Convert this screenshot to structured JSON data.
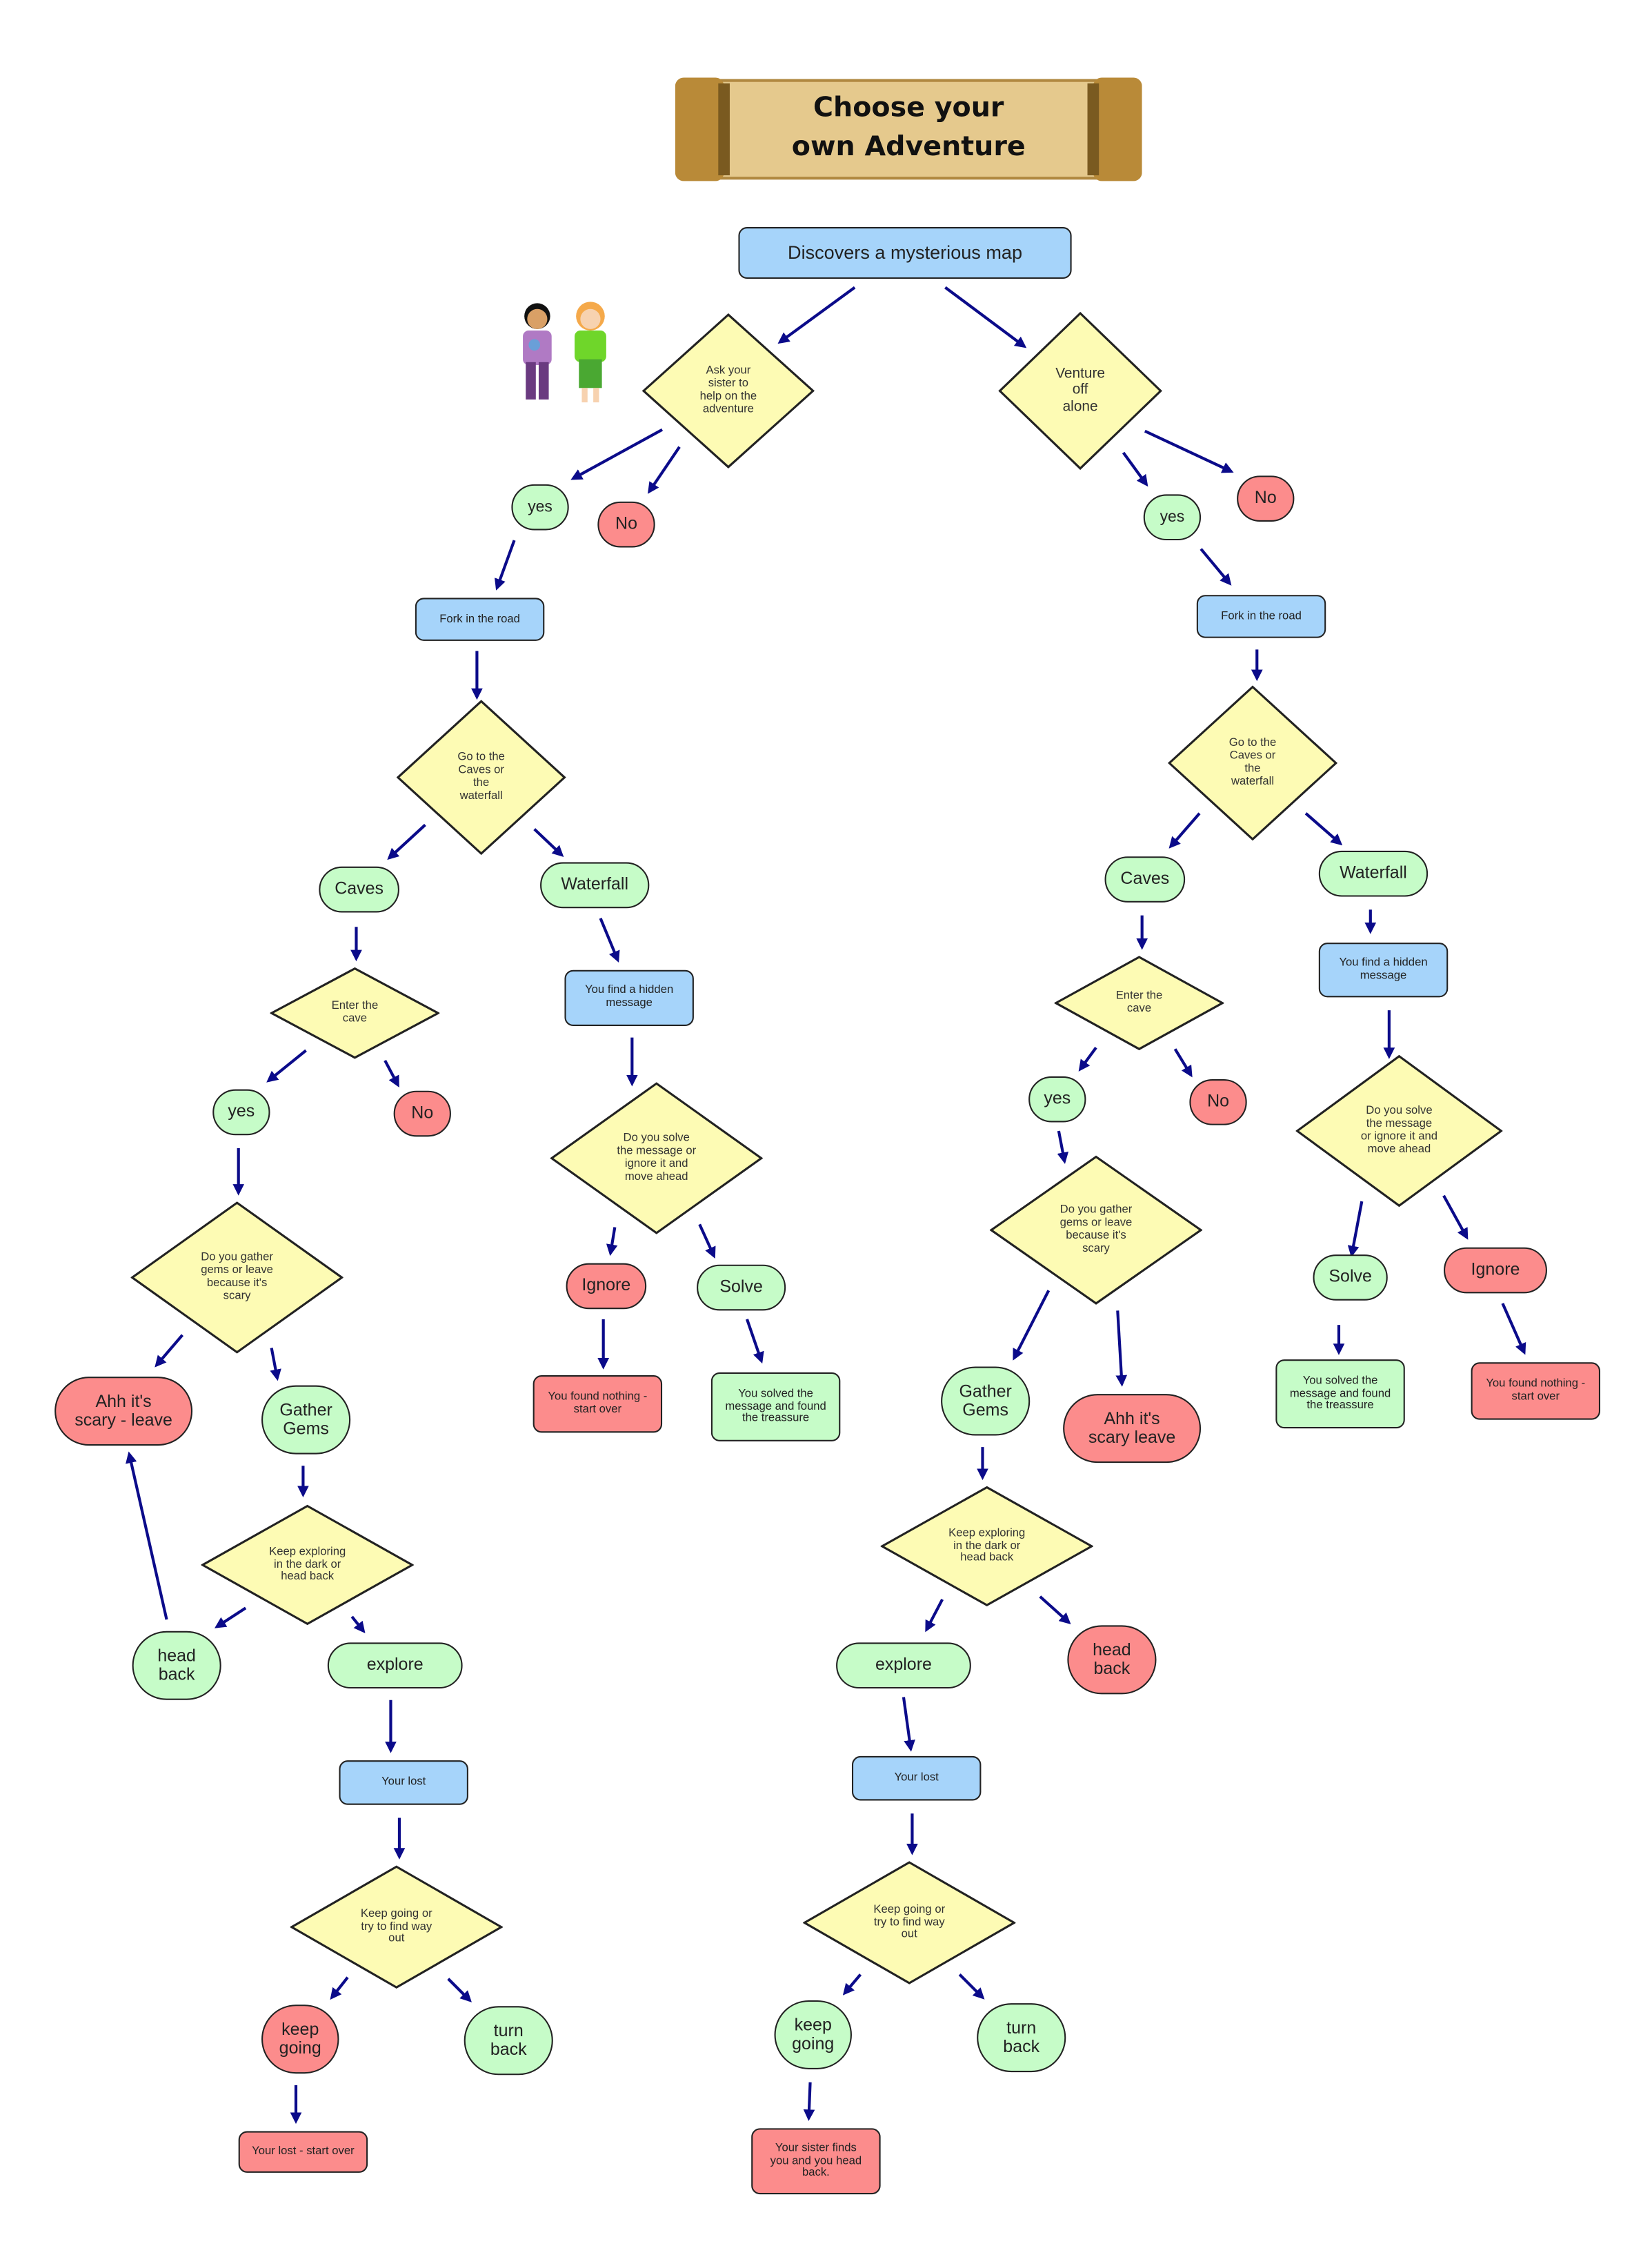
{
  "title": "Choose your\nown Adventure",
  "nodes": {
    "root": "Discovers a mysterious map",
    "ask_sister": "Ask your\nsister to\nhelp on the\nadventure",
    "venture_alone": "Venture\noff\nalone",
    "yes_l": "yes",
    "no_l": "No",
    "yes_r": "yes",
    "no_r": "No",
    "fork_l": "Fork in the road",
    "fork_r": "Fork in the road",
    "caves_q_l": "Go to the\nCaves or\nthe\nwaterfall",
    "caves_q_r": "Go to the\nCaves or\nthe\nwaterfall",
    "caves_l": "Caves",
    "waterfall_l": "Waterfall",
    "caves_r": "Caves",
    "waterfall_r": "Waterfall",
    "hidden_l": "You find a hidden\nmessage",
    "hidden_r": "You find a hidden\nmessage",
    "enter_l": "Enter the\ncave",
    "enter_r": "Enter the\ncave",
    "enter_yes_l": "yes",
    "enter_no_l": "No",
    "enter_yes_r": "yes",
    "enter_no_r": "No",
    "solve_q_l": "Do you solve\nthe message or\nignore it and\nmove ahead",
    "solve_q_r": "Do you solve\nthe message\nor ignore it and\nmove ahead",
    "ignore_l": "Ignore",
    "solve_l": "Solve",
    "solve_r": "Solve",
    "ignore_r": "Ignore",
    "nothing_l": "You found nothing -\nstart over",
    "solved_l": "You solved the\nmessage and found\nthe treassure",
    "solved_r": "You solved the\nmessage and found\nthe treassure",
    "nothing_r": "You found nothing -\nstart over",
    "gems_q_l": "Do you gather\ngems or leave\nbecause it's\nscary",
    "gems_q_r": "Do you gather\ngems or leave\nbecause it's\nscary",
    "scary_l": "Ahh it's\nscary - leave",
    "gather_l": "Gather\nGems",
    "gather_r": "Gather\nGems",
    "scary_r": "Ahh it's\nscary leave",
    "explore_q_l": "Keep exploring\nin the dark or\nhead back",
    "explore_q_r": "Keep exploring\nin the dark or\nhead back",
    "headback_l": "head\nback",
    "explore_l": "explore",
    "explore_r": "explore",
    "headback_r": "head\nback",
    "lost_l": "Your lost",
    "lost_r": "Your lost",
    "going_q_l": "Keep going or\ntry to find way\nout",
    "going_q_r": "Keep going or\ntry to find way\nout",
    "keepgoing_l": "keep\ngoing",
    "turnback_l": "turn\nback",
    "keepgoing_r": "keep\ngoing",
    "turnback_r": "turn\nback",
    "end_lost_l": "Your lost - start over",
    "end_sister_r": "Your sister finds\nyou and you head\nback."
  },
  "colors": {
    "blue": "#a6d4fa",
    "green": "#c6fcc8",
    "red": "#fc8c8c",
    "diamond": "#fdfbb4",
    "arrow": "#0b0b8a"
  }
}
